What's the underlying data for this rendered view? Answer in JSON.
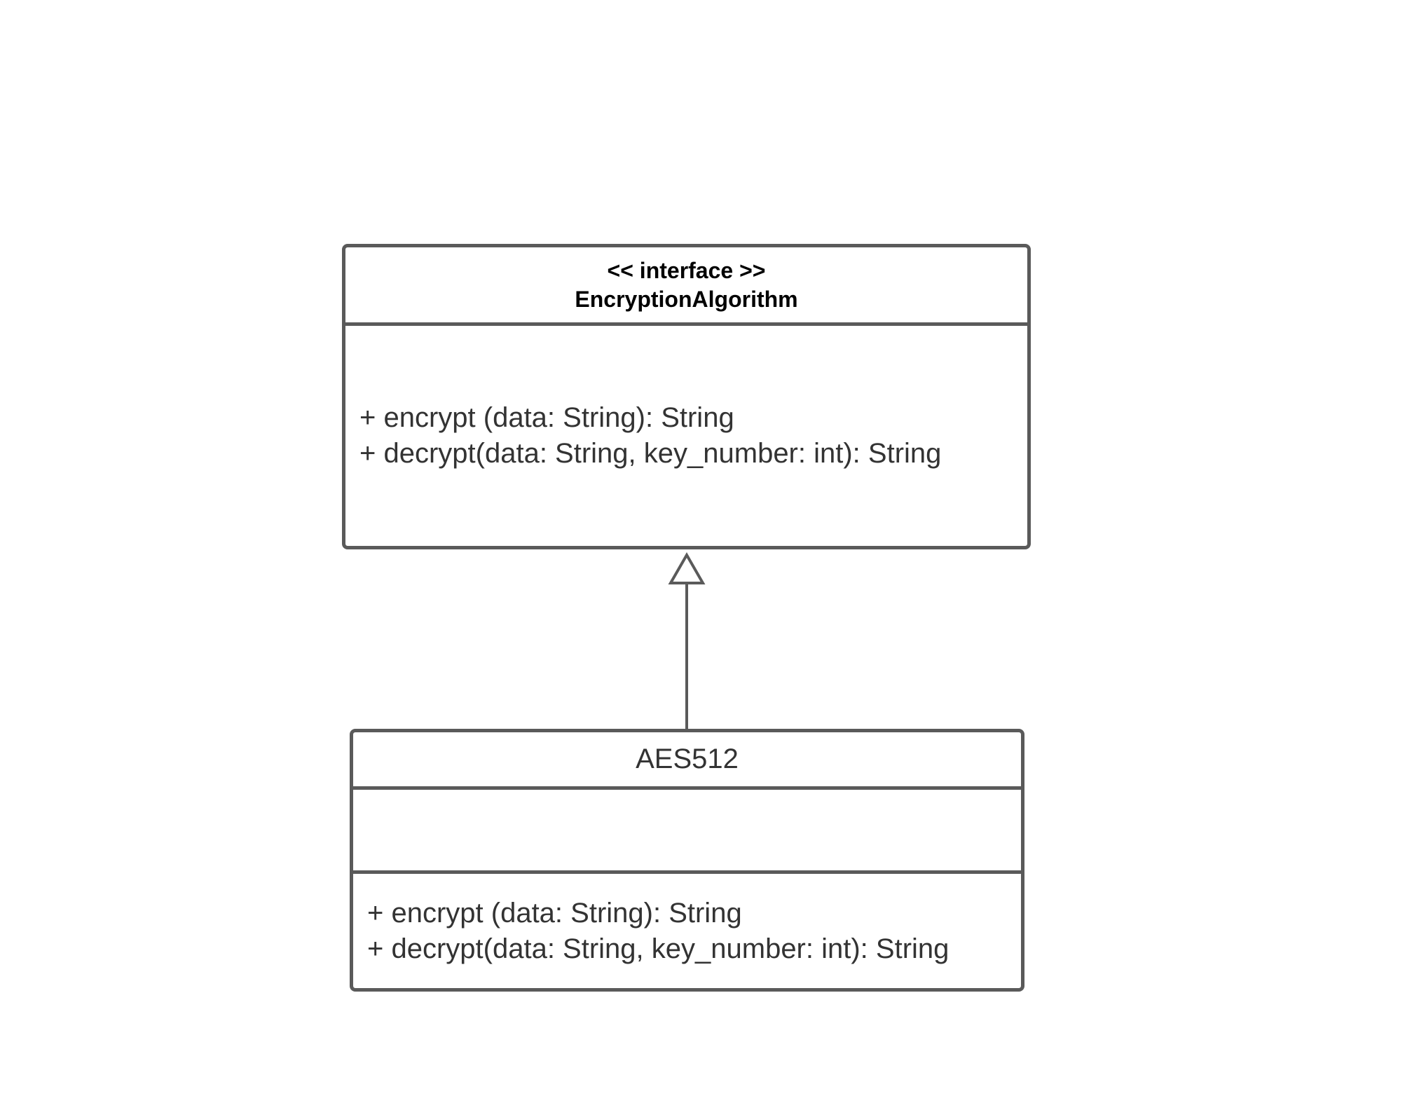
{
  "interface_box": {
    "stereotype": "<< interface >>",
    "name": "EncryptionAlgorithm",
    "operations": [
      "+ encrypt (data: String): String",
      "+ decrypt(data: String, key_number: int): String"
    ]
  },
  "class_box": {
    "name": "AES512",
    "operations": [
      "+ encrypt (data: String): String",
      "+ decrypt(data: String, key_number: int): String"
    ]
  },
  "relationship": {
    "type": "realization",
    "from": "AES512",
    "to": "EncryptionAlgorithm"
  },
  "colors": {
    "line": "#5a5a5a",
    "text": "#333333",
    "header_text": "#000000"
  }
}
